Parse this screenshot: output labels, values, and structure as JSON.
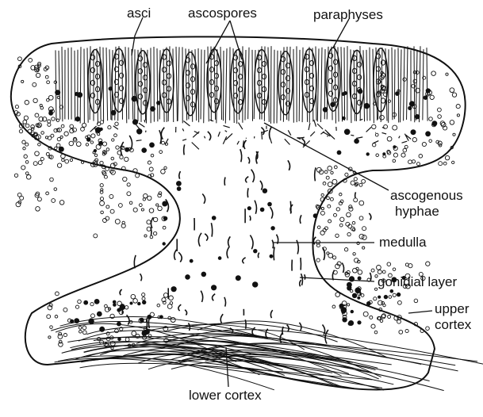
{
  "diagram": {
    "colors": {
      "ink": "#111111",
      "background": "#ffffff"
    },
    "labels": {
      "asci": "asci",
      "ascospores": "ascospores",
      "paraphyses": "paraphyses",
      "ascogenous_line1": "ascogenous",
      "ascogenous_line2": "hyphae",
      "medulla": "medulla",
      "gonidial_layer": "gonidial layer",
      "upper_cortex_line1": "upper",
      "upper_cortex_line2": "cortex",
      "lower_cortex": "lower cortex"
    }
  }
}
